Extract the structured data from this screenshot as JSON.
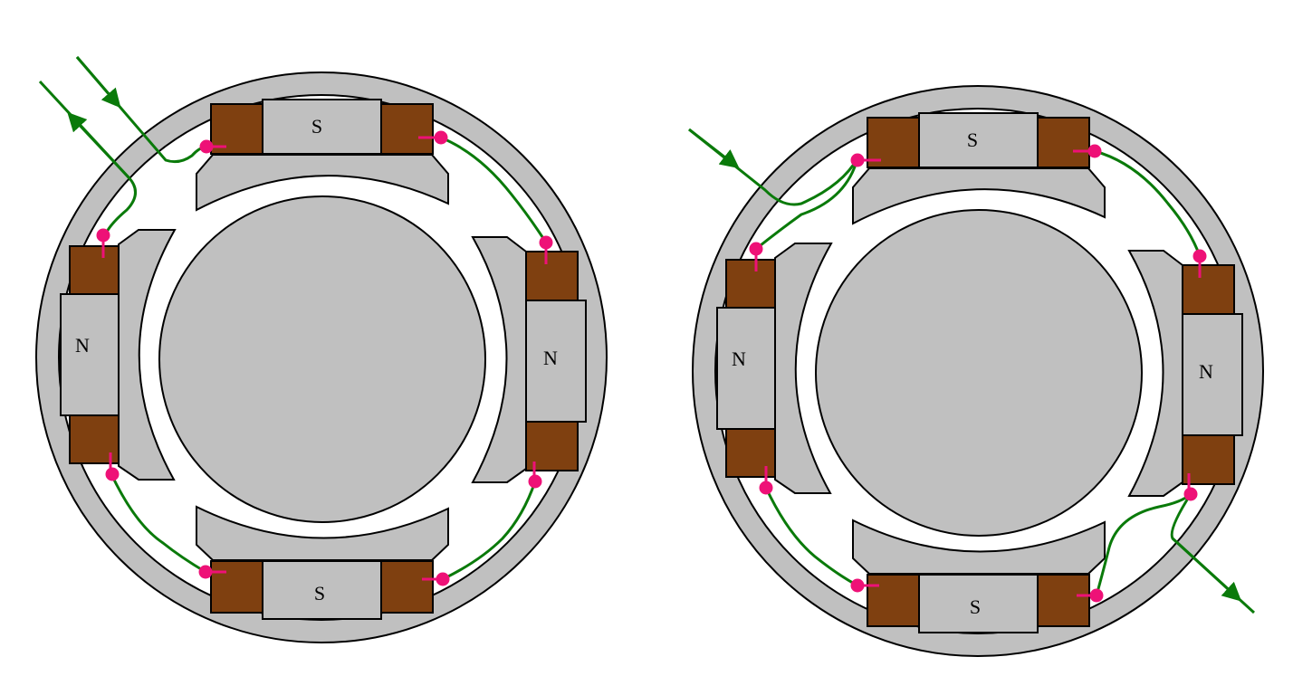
{
  "diagram": {
    "colors": {
      "background": "#ffffff",
      "frame": "#c0c0c0",
      "outline": "#000000",
      "coil": "#7f4010",
      "wire": "#0a7a0a",
      "terminal": "#ee1177"
    },
    "motors": [
      {
        "poles": [
          {
            "label": "S"
          },
          {
            "label": "N"
          },
          {
            "label": "N"
          },
          {
            "label": "S"
          }
        ]
      },
      {
        "poles": [
          {
            "label": "S"
          },
          {
            "label": "N"
          },
          {
            "label": "N"
          },
          {
            "label": "S"
          }
        ]
      }
    ]
  }
}
